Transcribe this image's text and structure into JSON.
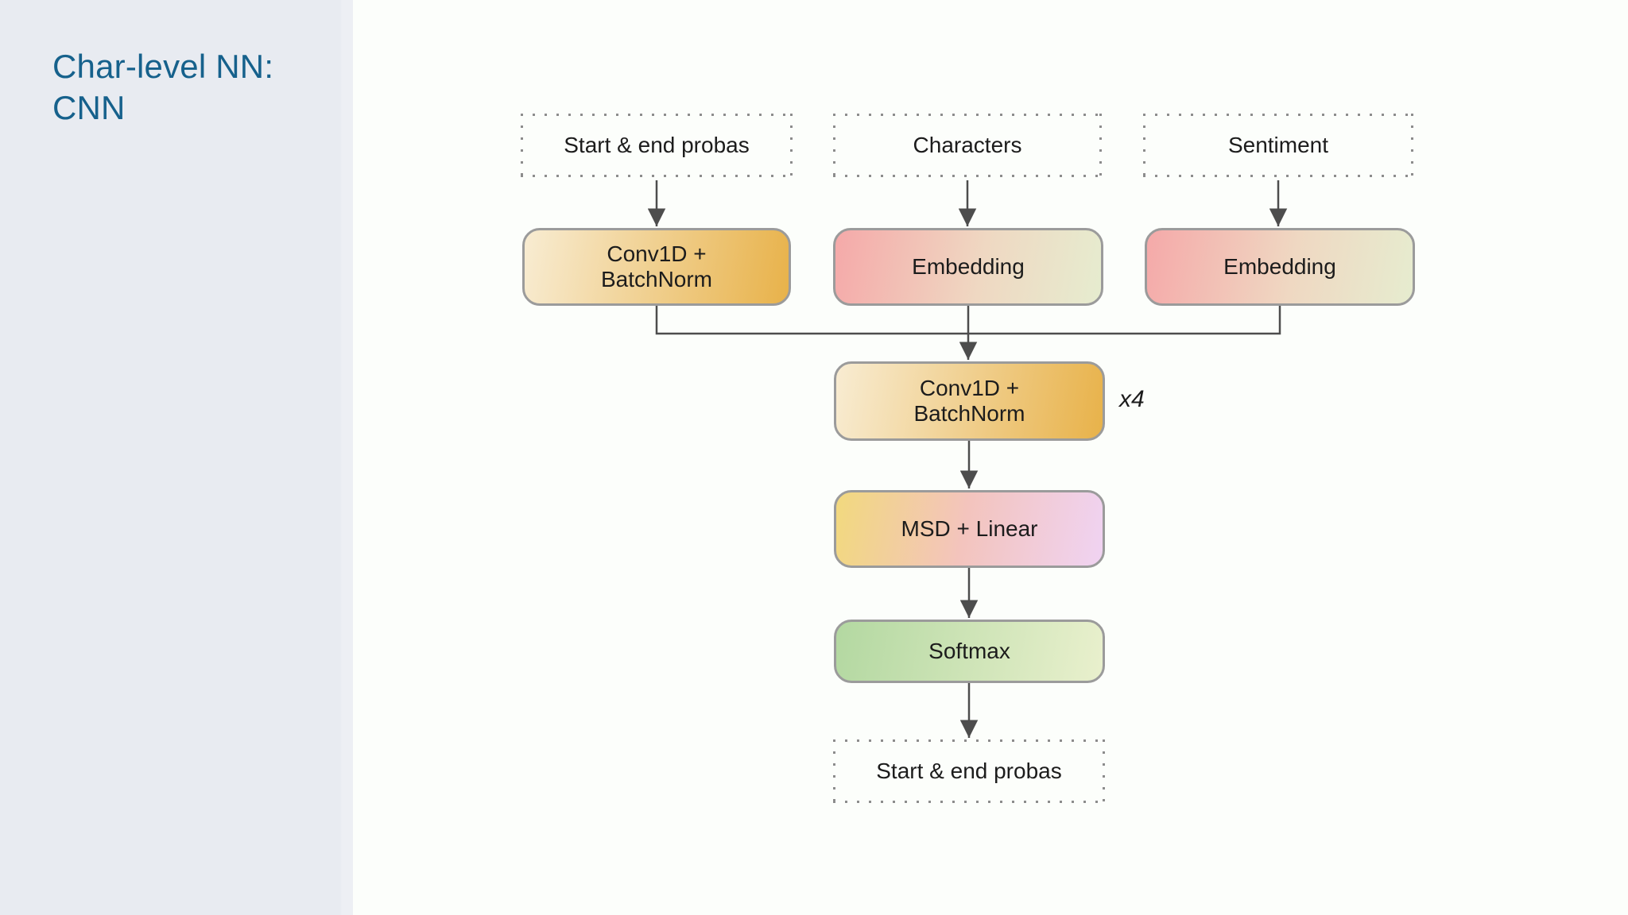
{
  "colors": {
    "page-bg": "#fcfefb",
    "sidebar-bg": "#e8ebf1",
    "sidebar-strip": "#edeff4",
    "title-color": "#16618c",
    "text-color": "#1c1c1c",
    "line-color": "#4d4d4d",
    "dot-color": "#8c8c8c",
    "box-border": "#9b9b9b",
    "conv-from": "#f8ecd2",
    "conv-to": "#e8b24a",
    "emb-from": "#f5a9a9",
    "emb-mid": "#efd8c2",
    "emb-to": "#e6eccf",
    "msd-from": "#f2d97e",
    "msd-mid": "#f3c4bd",
    "msd-to": "#f0d3f2",
    "softmax-from": "#b3d8a1",
    "softmax-to": "#e9f0cd"
  },
  "sidebar": {
    "title": "Char-level NN:\nCNN"
  },
  "diagram": {
    "inputs": {
      "start_end_probas": {
        "label": "Start & end probas"
      },
      "characters": {
        "label": "Characters"
      },
      "sentiment": {
        "label": "Sentiment"
      }
    },
    "layers": {
      "conv_top": {
        "label": "Conv1D +\nBatchNorm"
      },
      "embedding_characters": {
        "label": "Embedding"
      },
      "embedding_sentiment": {
        "label": "Embedding"
      },
      "conv_main": {
        "label": "Conv1D +\nBatchNorm",
        "repeat": "x4"
      },
      "msd_linear": {
        "label": "MSD + Linear"
      },
      "softmax": {
        "label": "Softmax"
      }
    },
    "output": {
      "start_end_probas": {
        "label": "Start & end probas"
      }
    }
  }
}
